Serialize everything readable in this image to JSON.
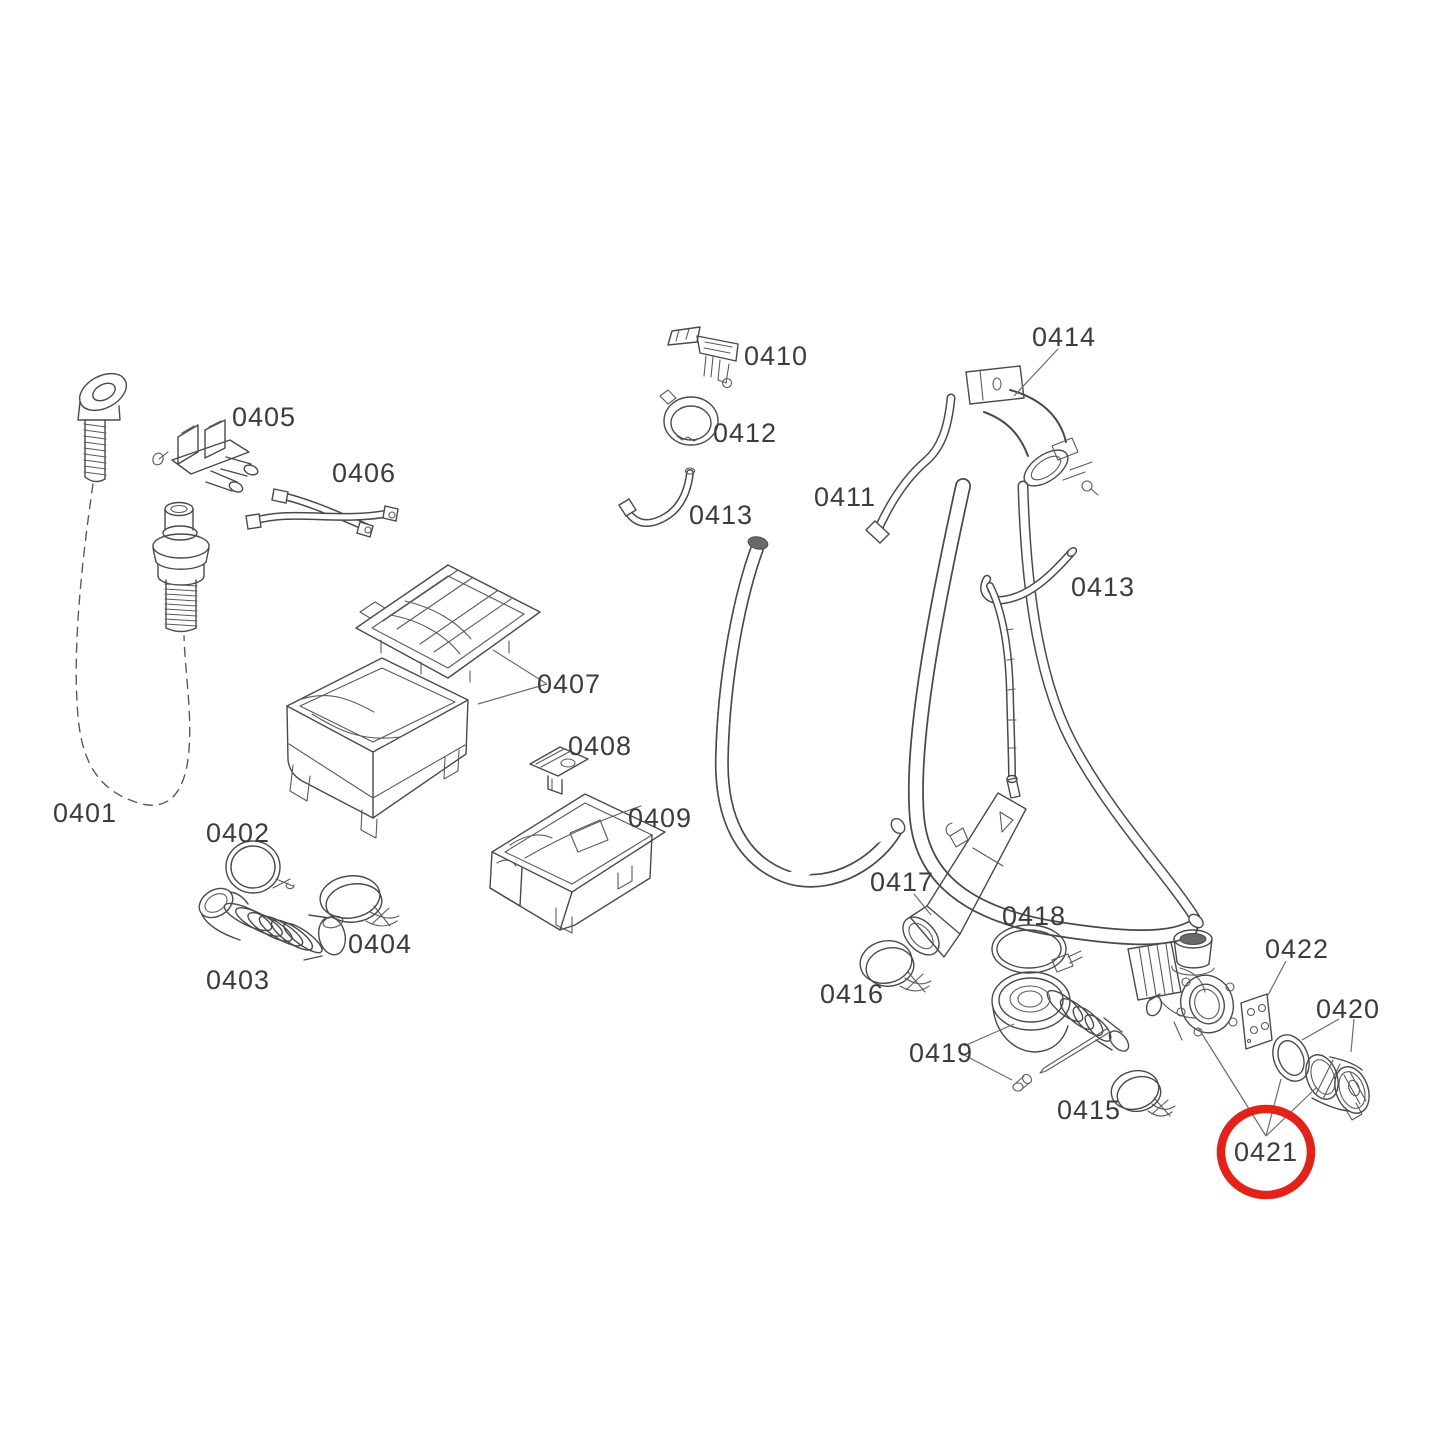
{
  "diagram": {
    "type": "exploded-parts-diagram",
    "background_color": "#ffffff",
    "line_color": "#4a4a4a",
    "label_color": "#3c3c3c",
    "highlight_color": "#e3221a"
  },
  "parts": [
    {
      "label": "0401"
    },
    {
      "label": "0402"
    },
    {
      "label": "0403"
    },
    {
      "label": "0404"
    },
    {
      "label": "0405"
    },
    {
      "label": "0406"
    },
    {
      "label": "0407"
    },
    {
      "label": "0408"
    },
    {
      "label": "0409"
    },
    {
      "label": "0410"
    },
    {
      "label": "0411"
    },
    {
      "label": "0412"
    },
    {
      "label": "0413"
    },
    {
      "label": "0413"
    },
    {
      "label": "0414"
    },
    {
      "label": "0415"
    },
    {
      "label": "0416"
    },
    {
      "label": "0417"
    },
    {
      "label": "0418"
    },
    {
      "label": "0419"
    },
    {
      "label": "0420"
    },
    {
      "label": "0421",
      "highlighted": true
    },
    {
      "label": "0422"
    }
  ],
  "highlight": {
    "part_label": "0421",
    "shape": "circle",
    "color": "#e3221a"
  }
}
